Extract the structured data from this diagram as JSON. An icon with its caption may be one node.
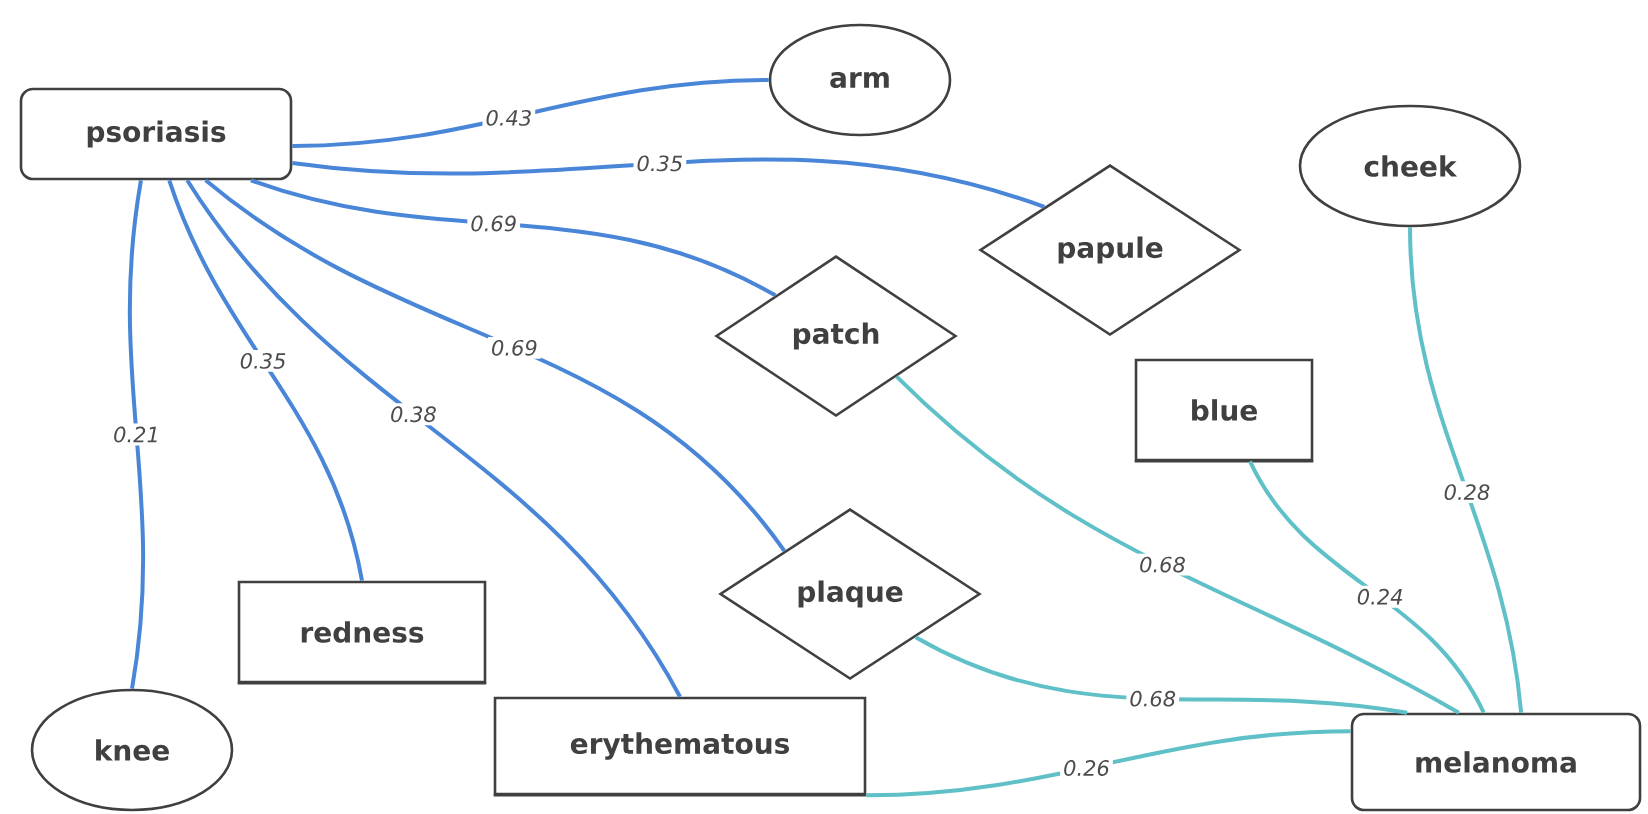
{
  "diagram": {
    "nodes": [
      {
        "text": [
          "psoriasis"
        ]
      },
      {
        "text": [
          "arm"
        ]
      },
      {
        "text": [
          "cheek"
        ]
      },
      {
        "text": [
          "papule"
        ]
      },
      {
        "text": [
          "patch"
        ]
      },
      {
        "text": [
          "blue"
        ]
      },
      {
        "text": [
          "plaque"
        ]
      },
      {
        "text": [
          "redness"
        ]
      },
      {
        "text": [
          "knee"
        ]
      },
      {
        "text": [
          "erythematous"
        ]
      },
      {
        "text": [
          "melanoma"
        ]
      }
    ],
    "edges": [
      {
        "from": 0,
        "to": 1,
        "arrow": "none",
        "label": "0.43"
      },
      {
        "from": 0,
        "to": 3,
        "arrow": "none",
        "label": "0.35"
      },
      {
        "from": 0,
        "to": 4,
        "arrow": "none",
        "label": "0.69"
      },
      {
        "from": 0,
        "to": 6,
        "arrow": "none",
        "label": "0.69"
      },
      {
        "from": 0,
        "to": 9,
        "arrow": "none",
        "label": "0.38"
      },
      {
        "from": 0,
        "to": 7,
        "arrow": "none",
        "label": "0.35"
      },
      {
        "from": 0,
        "to": 8,
        "arrow": "none",
        "label": "0.21"
      },
      {
        "from": 10,
        "to": 2,
        "arrow": "none",
        "label": "0.28",
        "color": "#5fc0c8"
      },
      {
        "from": 10,
        "to": 5,
        "arrow": "none",
        "label": "0.24",
        "color": "#5fc0c8"
      },
      {
        "from": 10,
        "to": 4,
        "arrow": "none",
        "label": "0.68",
        "color": "#5fc0c8"
      },
      {
        "from": 10,
        "to": 6,
        "arrow": "none",
        "label": "0.68",
        "color": "#5fc0c8"
      },
      {
        "from": 10,
        "to": 9,
        "arrow": "none",
        "label": "0.26",
        "color": "#5fc0c8"
      }
    ]
  }
}
